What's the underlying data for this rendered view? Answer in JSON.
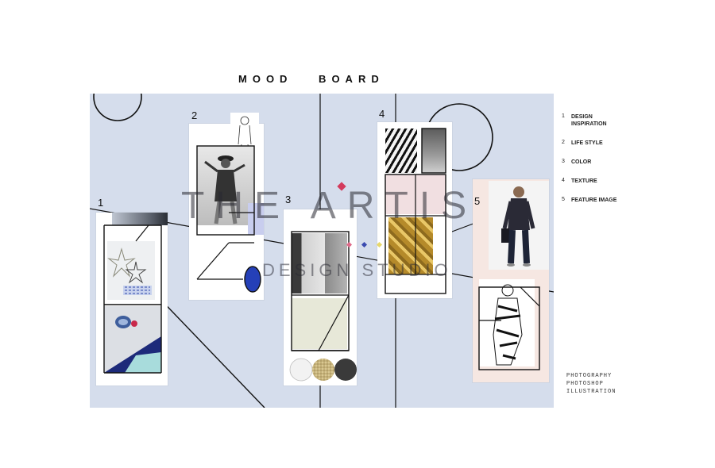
{
  "title": "MOOD BOARD",
  "panels": [
    {
      "num": "1"
    },
    {
      "num": "2"
    },
    {
      "num": "3"
    },
    {
      "num": "4"
    },
    {
      "num": "5"
    }
  ],
  "legend": [
    {
      "num": "1",
      "label": "DESIGN INSPIRATION"
    },
    {
      "num": "2",
      "label": "LIFE STYLE"
    },
    {
      "num": "3",
      "label": "COLOR"
    },
    {
      "num": "4",
      "label": "TEXTURE"
    },
    {
      "num": "5",
      "label": "FEATURE IMAGE"
    }
  ],
  "tags": [
    "PHOTOGRAPHY",
    "PHOTOSHOP",
    "ILLUSTRATION"
  ],
  "watermark": {
    "main": "THE ARTIS",
    "sub": "DESIGN STUDIO"
  },
  "colors": {
    "board": "#d5ddec",
    "accent_navy": "#1d2a7a",
    "accent_red": "#c8284a",
    "watermark_pink": "#e06a8a"
  }
}
